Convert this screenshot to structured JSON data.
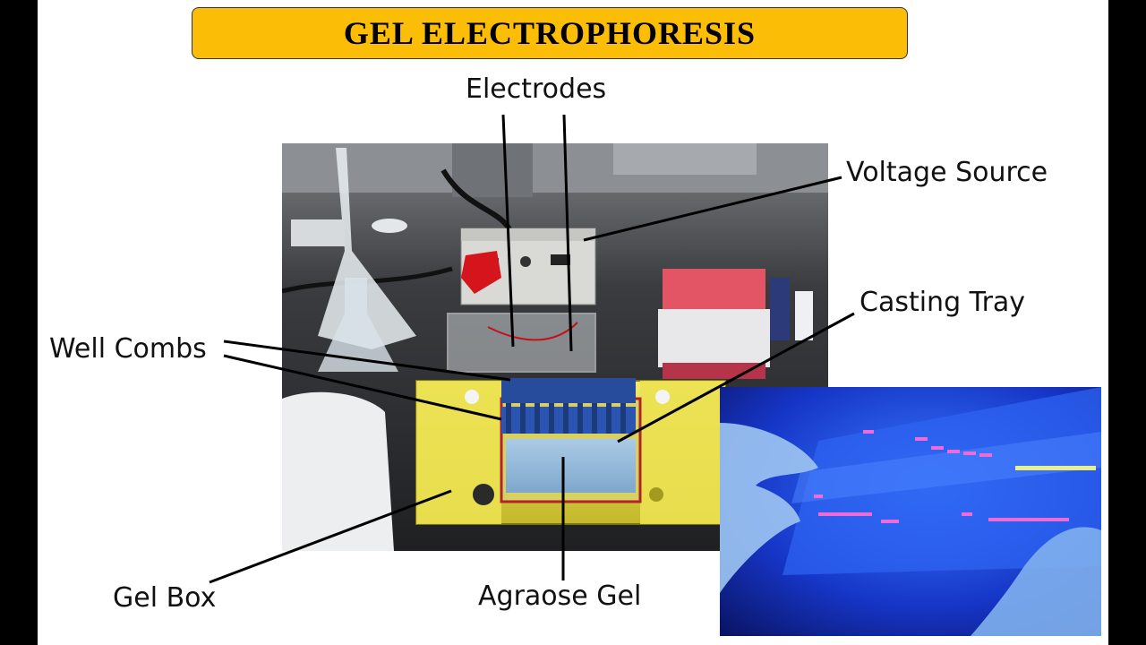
{
  "title": "GEL  ELECTROPHORESIS",
  "labels": {
    "electrodes": "Electrodes",
    "voltage_source": "Voltage Source",
    "casting_tray": "Casting Tray",
    "well_combs": "Well Combs",
    "gel_box": "Gel Box",
    "agarose_gel": "Agraose Gel"
  },
  "colors": {
    "banner": "#fbbd05",
    "gel_box": "#e6e04a",
    "uv_glow": "#1e5bff"
  }
}
